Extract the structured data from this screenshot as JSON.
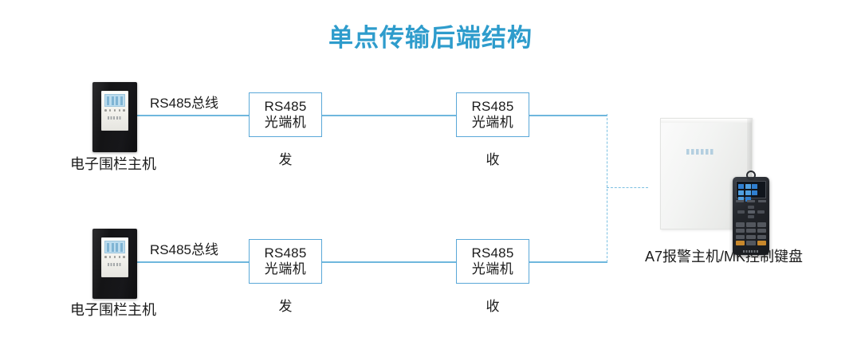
{
  "title": "单点传输后端结构",
  "colors": {
    "title": "#2e9ccc",
    "line": "#6fb7dd",
    "dashed_line": "#7cc0e2",
    "box_border": "#5aa8d8",
    "text": "#1b1b1b",
    "background": "#ffffff"
  },
  "rows": [
    {
      "id": "top",
      "source_device": {
        "caption": "电子围栏主机",
        "icon": "fence-host-device"
      },
      "bus_label": "RS485总线",
      "transmitter": {
        "line1": "RS485",
        "line2": "光端机",
        "caption": "发"
      },
      "receiver": {
        "line1": "RS485",
        "line2": "光端机",
        "caption": "收"
      }
    },
    {
      "id": "bottom",
      "source_device": {
        "caption": "电子围栏主机",
        "icon": "fence-host-device"
      },
      "bus_label": "RS485总线",
      "transmitter": {
        "line1": "RS485",
        "line2": "光端机",
        "caption": "发"
      },
      "receiver": {
        "line1": "RS485",
        "line2": "光端机",
        "caption": "收"
      }
    }
  ],
  "destination": {
    "caption": "A7报警主机/MK控制键盘",
    "host_icon": "alarm-host-panel",
    "keypad_icon": "control-keypad"
  }
}
